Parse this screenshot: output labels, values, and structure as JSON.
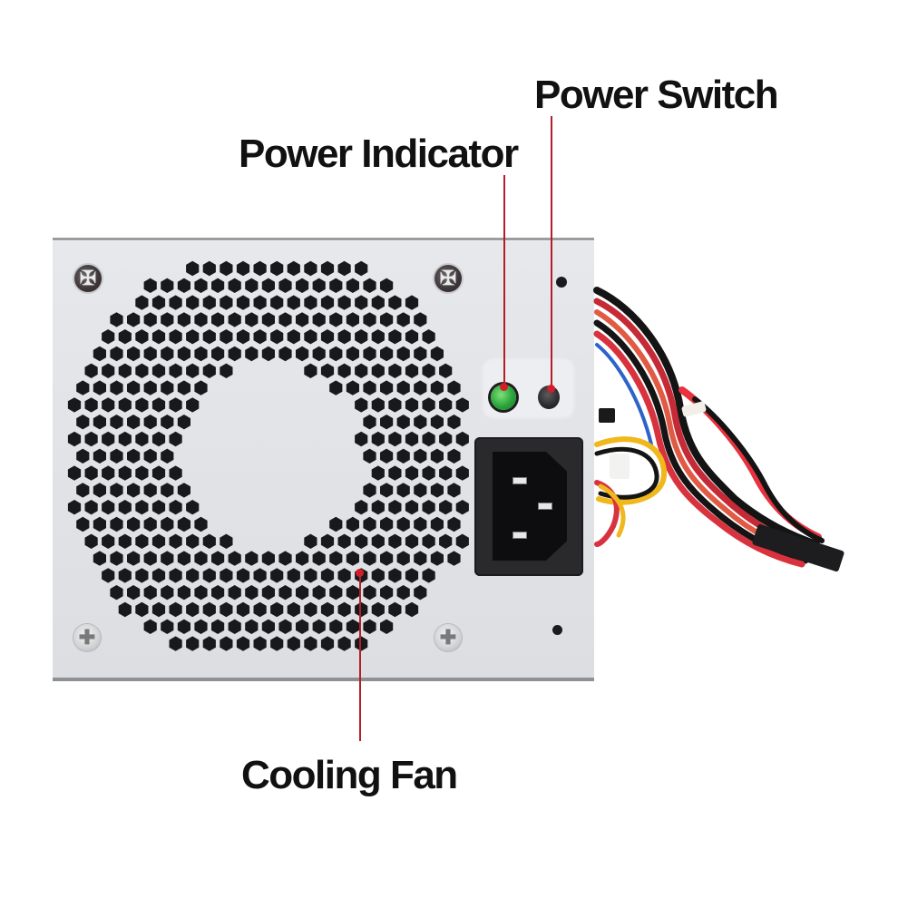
{
  "image": {
    "subject": "computer power supply unit (rear view)",
    "background_color": "#ffffff",
    "accent_color": "#b21e2a"
  },
  "labels": {
    "power_switch": "Power Switch",
    "power_indicator": "Power Indicator",
    "cooling_fan": "Cooling Fan"
  },
  "components": {
    "indicator_led_color": "#2aa33a",
    "switch_color": "#2a2a2c",
    "chassis_color": "#e2e4e8",
    "socket_type": "IEC C14 power inlet",
    "cable_colors": [
      "#141414",
      "#d8323e",
      "#e8693e",
      "#f0b81c",
      "#2d63c9"
    ]
  }
}
